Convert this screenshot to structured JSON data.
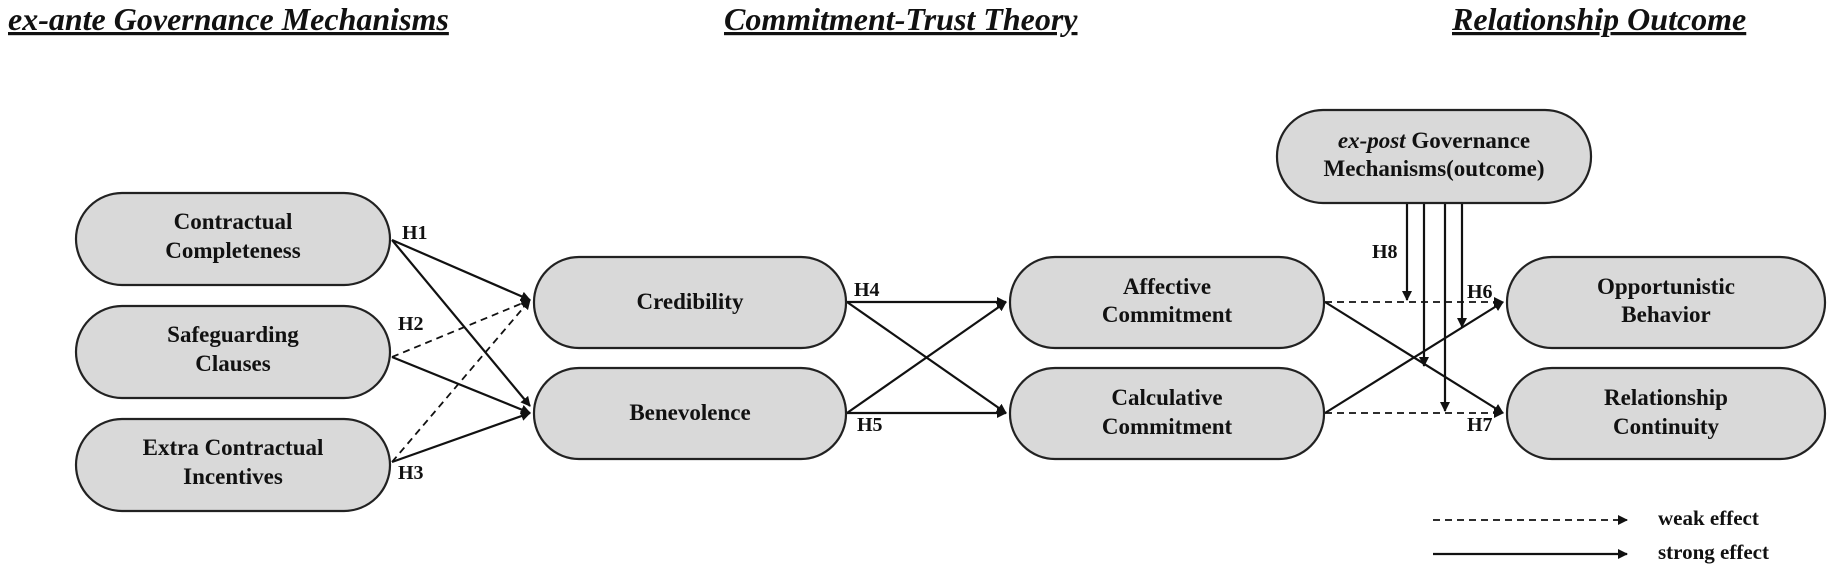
{
  "headers": {
    "left": "ex-ante Governance Mechanisms",
    "center": "Commitment-Trust Theory",
    "right": "Relationship Outcome"
  },
  "nodes": {
    "contractual_completeness": [
      "Contractual",
      "Completeness"
    ],
    "safeguarding_clauses": [
      "Safeguarding",
      "Clauses"
    ],
    "extra_contractual_incentives": [
      "Extra Contractual",
      "Incentives"
    ],
    "credibility": [
      "Credibility"
    ],
    "benevolence": [
      "Benevolence"
    ],
    "affective_commitment": [
      "Affective",
      "Commitment"
    ],
    "calculative_commitment": [
      "Calculative",
      "Commitment"
    ],
    "opportunistic_behavior": [
      "Opportunistic",
      "Behavior"
    ],
    "relationship_continuity": [
      "Relationship",
      "Continuity"
    ],
    "ex_post": {
      "line1_italic": "ex-post",
      "line1_rest": " Governance",
      "line2": "Mechanisms(outcome)"
    }
  },
  "hypotheses": {
    "h1": "H1",
    "h2": "H2",
    "h3": "H3",
    "h4": "H4",
    "h5": "H5",
    "h6": "H6",
    "h7": "H7",
    "h8": "H8"
  },
  "legend": {
    "weak": "weak effect",
    "strong": "strong effect"
  },
  "colors": {
    "node_fill": "#d9d9d9",
    "stroke": "#111111",
    "background": "#ffffff"
  }
}
